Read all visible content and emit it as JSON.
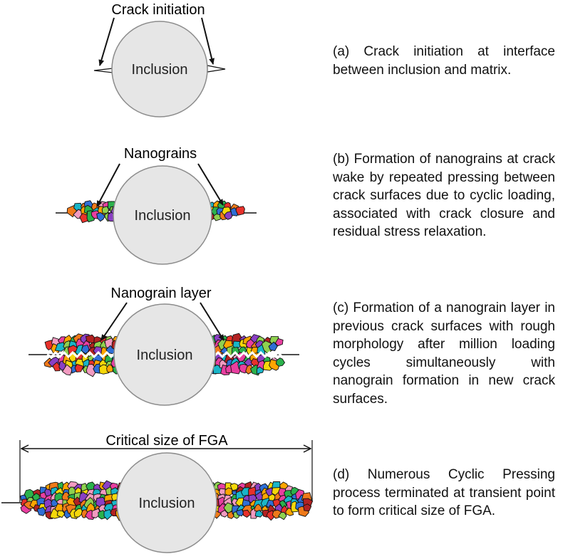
{
  "panels": [
    {
      "id": "a",
      "label": "Crack initiation",
      "inclusion_label": "Inclusion",
      "description": "(a)  Crack initiation at interface between inclusion and matrix."
    },
    {
      "id": "b",
      "label": "Nanograins",
      "inclusion_label": "Inclusion",
      "description": "(b) Formation of nanograins at crack wake by repeated pressing between crack surfaces due to cyclic loading, associated with crack closure and residual stress relaxation."
    },
    {
      "id": "c",
      "label": "Nanograin layer",
      "inclusion_label": "Inclusion",
      "description": "(c) Formation of a nanograin layer in previous crack surfaces with rough morphology after million loading cycles simultaneously with nanograin formation in new crack surfaces."
    },
    {
      "id": "d",
      "label": "Critical size of FGA",
      "inclusion_label": "Inclusion",
      "description": "(d) Numerous Cyclic Pressing process terminated at transient point to form critical size of FGA."
    }
  ],
  "colors": {
    "inclusion_fill": "#e6e6e6",
    "inclusion_stroke": "#8c8c8c",
    "grain_palette": [
      "#e8312b",
      "#f07a1a",
      "#f5d80a",
      "#2bb24c",
      "#19b5c8",
      "#2f6fd6",
      "#8a3fc4",
      "#e83fa0",
      "#f29bc1",
      "#8fd14f",
      "#b22222",
      "#ffa500"
    ]
  }
}
